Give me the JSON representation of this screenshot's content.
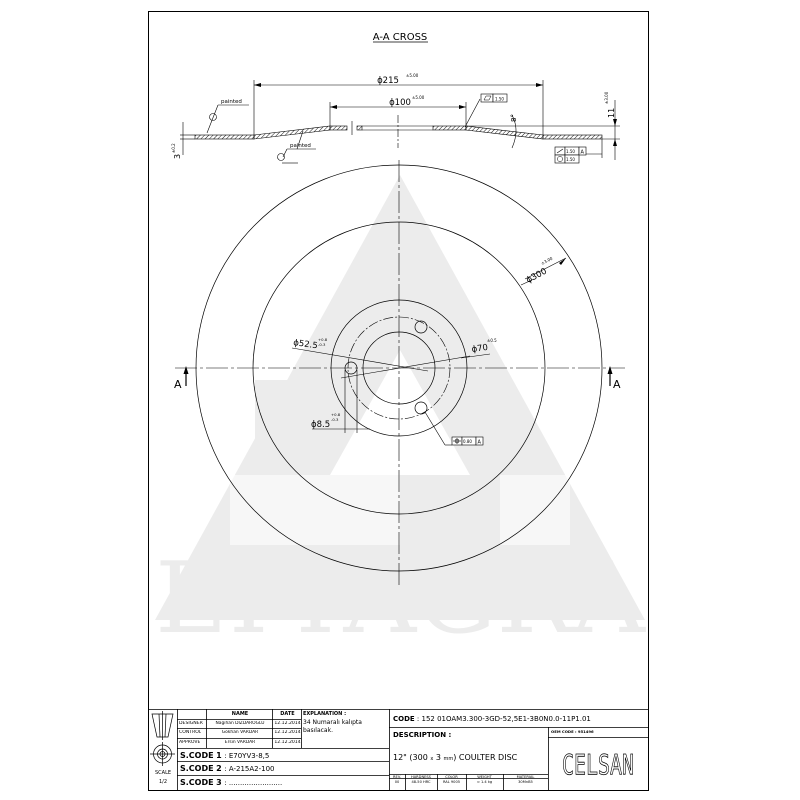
{
  "drawing": {
    "section_title": "A-A CROSS",
    "section_marker_left": "A",
    "section_marker_right": "A",
    "watermark_text": "LYTAGRA",
    "colors": {
      "line": "#000000",
      "watermark": "#ececec",
      "background": "#ffffff"
    }
  },
  "cross_section": {
    "dim_outer": {
      "label": "ϕ215",
      "tol": "±5.00"
    },
    "dim_inner": {
      "label": "ϕ100",
      "tol": "±5.00"
    },
    "dim_thickness": {
      "label": "3",
      "tol": "±0.2"
    },
    "dim_height": {
      "label": "11",
      "tol": "±3.00"
    },
    "angle_label": "8°",
    "flatness_tol": "1.50",
    "runout": {
      "value": "1.50",
      "datum": "A"
    },
    "roundness": {
      "value": "1.50"
    },
    "note_painted_1": "painted",
    "note_painted_2": "painted"
  },
  "plan_view": {
    "dim_outer": {
      "label": "ϕ300",
      "tol": "±3.00"
    },
    "dim_bolt_circle": {
      "label": "ϕ70",
      "tol": "±0.5"
    },
    "dim_bore": {
      "label": "ϕ52.5",
      "tol_upper": "+0.8",
      "tol_lower": "-0.3"
    },
    "dim_hole": {
      "label": "ϕ8.5",
      "tol_upper": "+0.8",
      "tol_lower": "-0.3"
    },
    "position_tol": {
      "value": "0.80",
      "datum": "A"
    }
  },
  "title_block": {
    "headers": {
      "name": "NAME",
      "date": "DATE",
      "explanation": "EXPLANATION :"
    },
    "rows": [
      {
        "role": "DESIGNER",
        "name": "Nagihan DIZDAROGLU",
        "date": "12.12.2014"
      },
      {
        "role": "CONTROL",
        "name": "Gökhan VARDAR",
        "date": "12.12.2014"
      },
      {
        "role": "APPROVE",
        "name": "Ersin VARDAR",
        "date": "12.12.2014"
      }
    ],
    "explanation_text_1": "34 Numaralı kalıpta",
    "explanation_text_2": "basılacak.",
    "scodes": [
      {
        "label": "S.CODE",
        "num": "1",
        "value": ": E70YV3-8,5"
      },
      {
        "label": "S.CODE",
        "num": "2",
        "value": ": A-215A2-100"
      },
      {
        "label": "S.CODE",
        "num": "3",
        "value": ": ........................"
      }
    ],
    "scale_label": "SCALE",
    "scale_value": "1/2",
    "code_label": "CODE",
    "code_value": ": 152 01OAM3.300-3GD-52,5E1-3B0N0.0-11P1.01",
    "description_label": "DESCRIPTION :",
    "description_value_a": "12\" (300",
    "description_value_x": "x",
    "description_value_b": "3",
    "description_value_mm": "mm",
    "description_value_c": ") COULTER DISC",
    "oem_code": "OEM CODE : 951496",
    "brand_logo": "CELSAN",
    "spec_headers": [
      "REV.",
      "HARDNESS",
      "COLOR",
      "WEIGHT",
      "MATERIAL"
    ],
    "spec_values": [
      "00",
      "48-50 HRC",
      "RAL 9005",
      "≈ 1.4 kg",
      "30MnB5"
    ]
  }
}
